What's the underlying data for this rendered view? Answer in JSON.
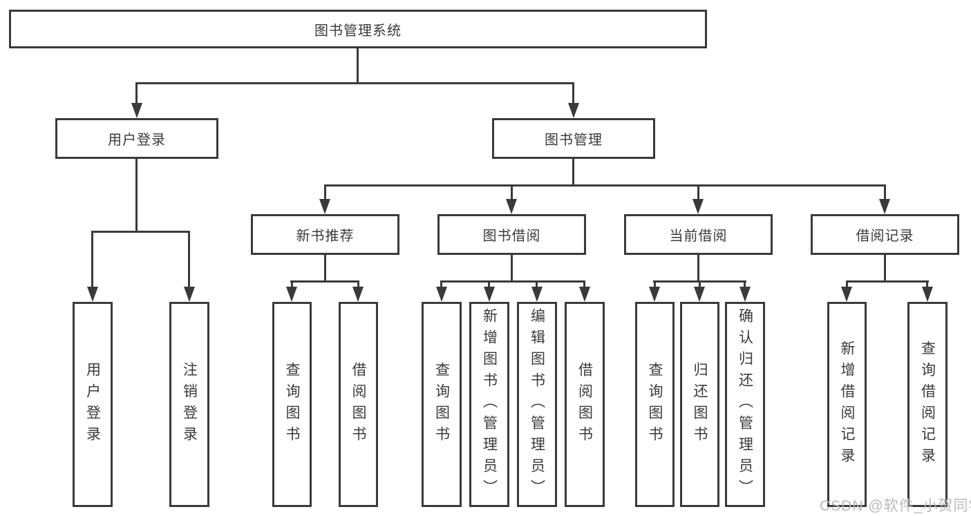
{
  "tree": {
    "root": {
      "label": "图书管理系统"
    },
    "level2": [
      {
        "label": "用户登录",
        "leaves": [
          {
            "label": "用户登录"
          },
          {
            "label": "注销登录"
          }
        ]
      },
      {
        "label": "图书管理",
        "groups": [
          {
            "label": "新书推荐",
            "leaves": [
              {
                "label": "查询图书"
              },
              {
                "label": "借阅图书"
              }
            ]
          },
          {
            "label": "图书借阅",
            "leaves": [
              {
                "label": "查询图书"
              },
              {
                "label": "新增图书（管理员）"
              },
              {
                "label": "编辑图书（管理员）"
              },
              {
                "label": "借阅图书"
              }
            ]
          },
          {
            "label": "当前借阅",
            "leaves": [
              {
                "label": "查询图书"
              },
              {
                "label": "归还图书"
              },
              {
                "label": "确认归还（管理员）"
              }
            ]
          },
          {
            "label": "借阅记录",
            "leaves": [
              {
                "label": "新增借阅记录"
              },
              {
                "label": "查询借阅记录"
              }
            ]
          }
        ]
      }
    ]
  },
  "watermark": {
    "text": "CSDN @软件_小贺同学"
  },
  "colors": {
    "outline": "#3a3a3a",
    "text": "#3a3a3a",
    "watermark": "#b9b9b9",
    "background": "#ffffff"
  }
}
